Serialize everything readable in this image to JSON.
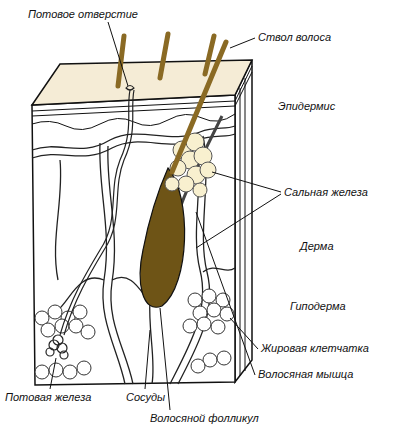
{
  "diagram": {
    "labels": [
      "Потовое отверстие",
      "Ствол волоса",
      "Эпидермис",
      "Сальная железа",
      "Дерма",
      "Гиподерма",
      "Жировая клетчатка",
      "Волосяная мышца",
      "Потовая железа",
      "Сосуды",
      "Волосяной фолликул"
    ]
  }
}
